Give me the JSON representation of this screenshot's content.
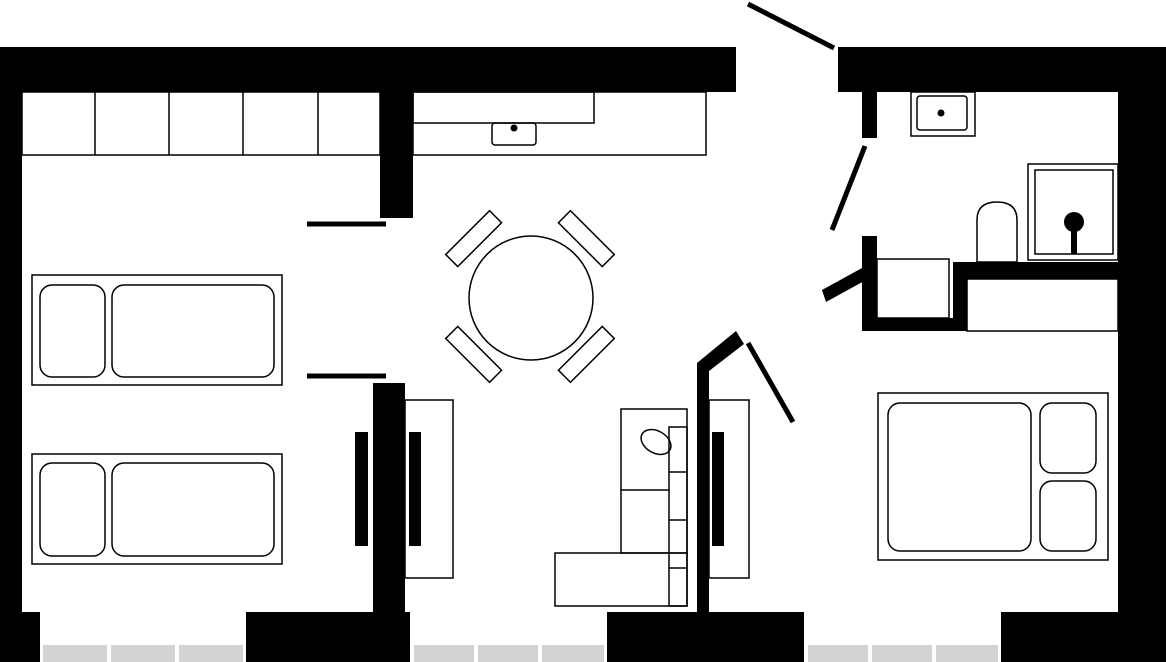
{
  "floor_plan": {
    "title": "",
    "colors": {
      "wall": "#000000",
      "background": "#ffffff",
      "window_glass": "#d3d3d3"
    },
    "rooms": [
      "bedroom-with-two-beds",
      "kitchen-dining",
      "living-area",
      "bathroom",
      "bedroom-with-double-bed"
    ],
    "furniture": [
      "kitchen-cabinets",
      "kitchen-sink",
      "round-dining-table",
      "dining-chairs",
      "single-beds",
      "double-bed",
      "sofa",
      "wardrobes",
      "washbasin",
      "toilet",
      "shower"
    ]
  }
}
